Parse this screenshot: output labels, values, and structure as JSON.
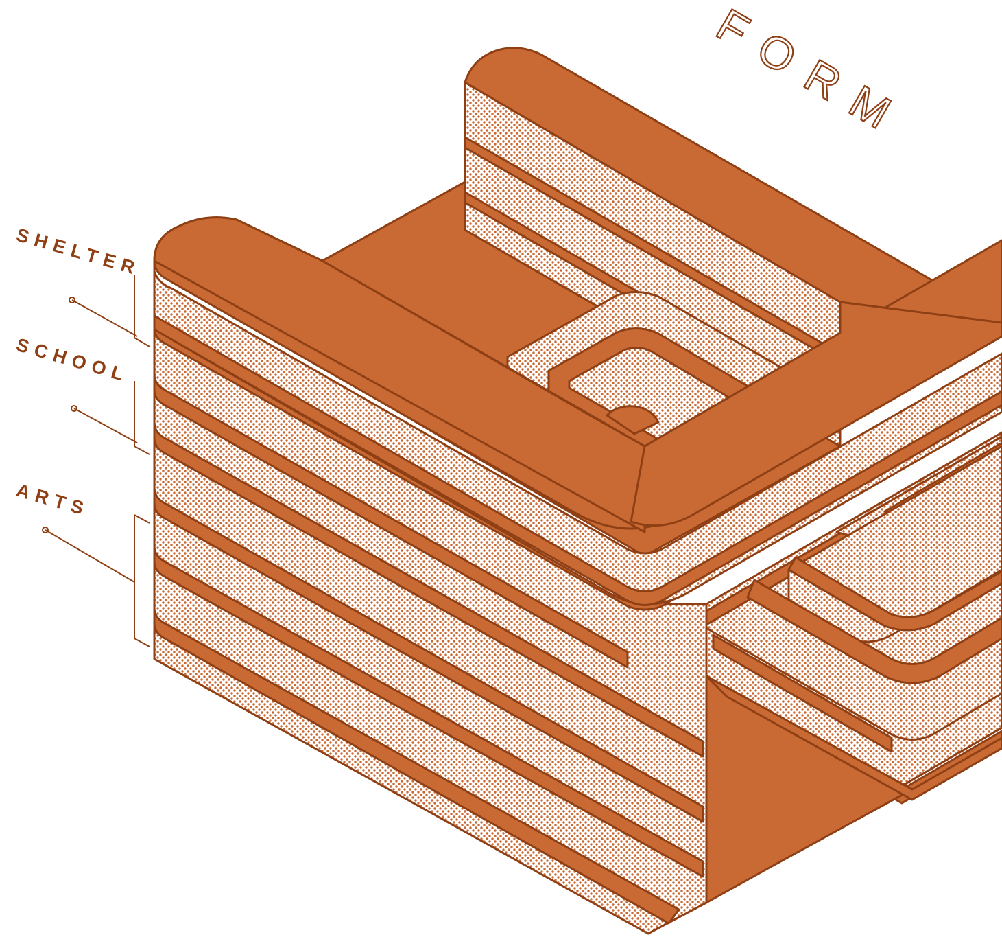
{
  "title": "FORM",
  "labels": [
    {
      "text": "SHELTER"
    },
    {
      "text": "SCHOOL"
    },
    {
      "text": "ARTS"
    }
  ],
  "colors": {
    "accent": "#c96a35",
    "line": "#8f3f14",
    "background": "#ffffff"
  }
}
